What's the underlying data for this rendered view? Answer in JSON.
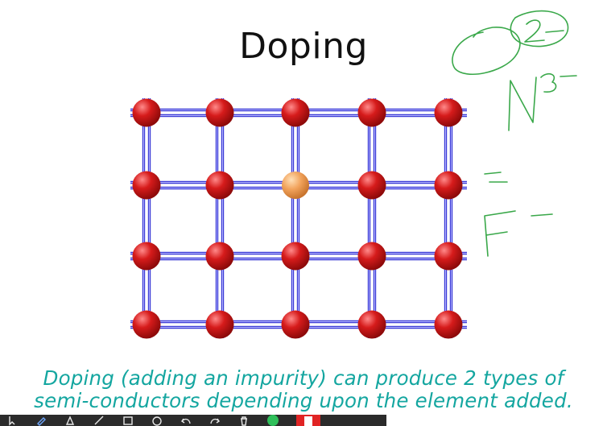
{
  "slide": {
    "title": "Doping",
    "caption_line1": "Doping (adding an impurity) can produce 2 types of",
    "caption_line2": "semi-conductors depending upon the element added."
  },
  "lattice": {
    "rows": 4,
    "cols": 5,
    "impurity": {
      "row": 1,
      "col": 2
    },
    "colors": {
      "bond": "#3b3bd6",
      "bond_light": "#b9b9ff",
      "atom": "#d61b1b",
      "atom_dark": "#8e0a0a",
      "impurity_atom": "#f2a35c",
      "impurity_dark": "#c9752e"
    }
  },
  "annotations": {
    "color": "#3aa84a",
    "items": [
      "O²⁻",
      "N³⁻",
      "=",
      "F⁻"
    ]
  },
  "toolbar": {
    "tools": [
      "select-arrow",
      "pen",
      "highlighter",
      "line",
      "rectangle",
      "ellipse",
      "undo",
      "redo",
      "trash"
    ],
    "colors": {
      "green": "#2fbf5a",
      "red": "#e02424"
    }
  }
}
